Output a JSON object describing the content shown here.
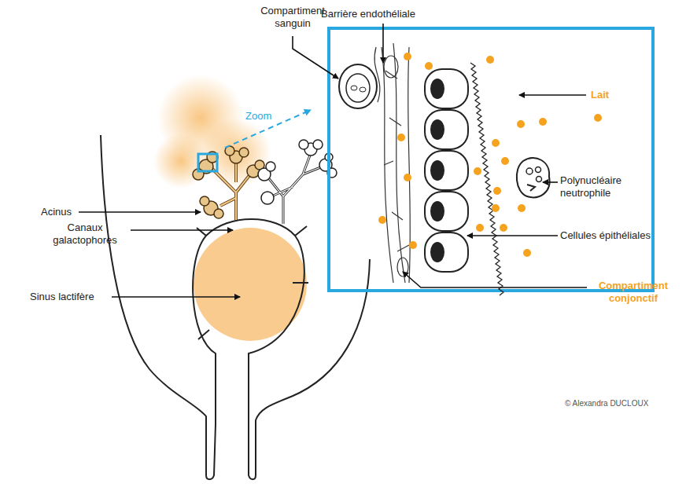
{
  "diagram": {
    "labels": [
      "Compartiment sanguin",
      "Barrière endothéliale",
      "Zoom",
      "Lait",
      "Polynucléaire neutrophile",
      "Cellules épithéliales",
      "Compartiment conjonctif",
      "Acinus",
      "Canaux galactophores",
      "Sinus lactifère",
      "© Alexandra DUCLOUX"
    ]
  }
}
